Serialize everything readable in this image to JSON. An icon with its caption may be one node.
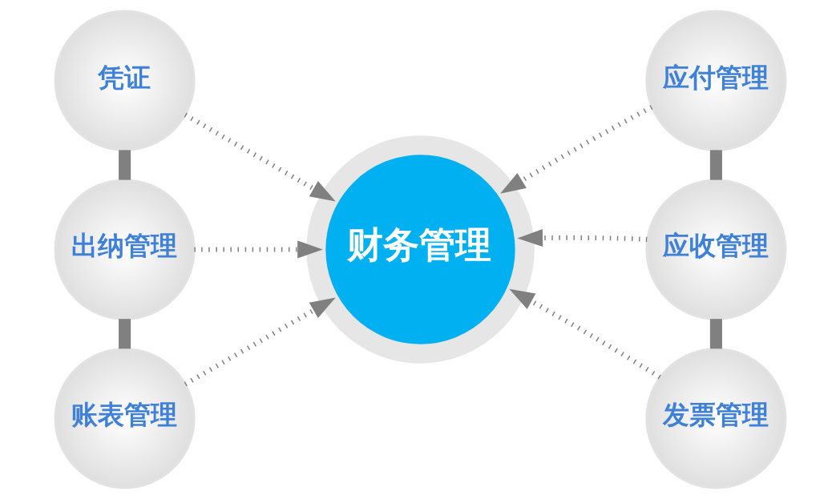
{
  "diagram": {
    "nodes": [
      {
        "text": [
          "凭证"
        ]
      },
      {
        "text": [
          "应付管理"
        ]
      },
      {
        "text": [
          "出纳管理"
        ]
      },
      {
        "text": [
          "财务管理"
        ]
      },
      {
        "text": [
          "应收管理"
        ]
      },
      {
        "text": [
          "账表管理"
        ]
      },
      {
        "text": [
          "发票管理"
        ]
      }
    ],
    "edges": [
      {
        "from": 0,
        "to": 3,
        "arrow": "to",
        "style": "dashed"
      },
      {
        "from": 1,
        "to": 3,
        "arrow": "to",
        "style": "dashed"
      },
      {
        "from": 2,
        "to": 3,
        "arrow": "to",
        "style": "dashed"
      },
      {
        "from": 4,
        "to": 3,
        "arrow": "to",
        "style": "dashed"
      },
      {
        "from": 5,
        "to": 3,
        "arrow": "to",
        "style": "dashed"
      },
      {
        "from": 6,
        "to": 3,
        "arrow": "to",
        "style": "dashed"
      },
      {
        "from": 0,
        "to": 2,
        "arrow": "none",
        "style": "thick"
      },
      {
        "from": 2,
        "to": 5,
        "arrow": "none",
        "style": "thick"
      },
      {
        "from": 1,
        "to": 4,
        "arrow": "none",
        "style": "thick"
      },
      {
        "from": 4,
        "to": 6,
        "arrow": "none",
        "style": "thick"
      }
    ]
  }
}
